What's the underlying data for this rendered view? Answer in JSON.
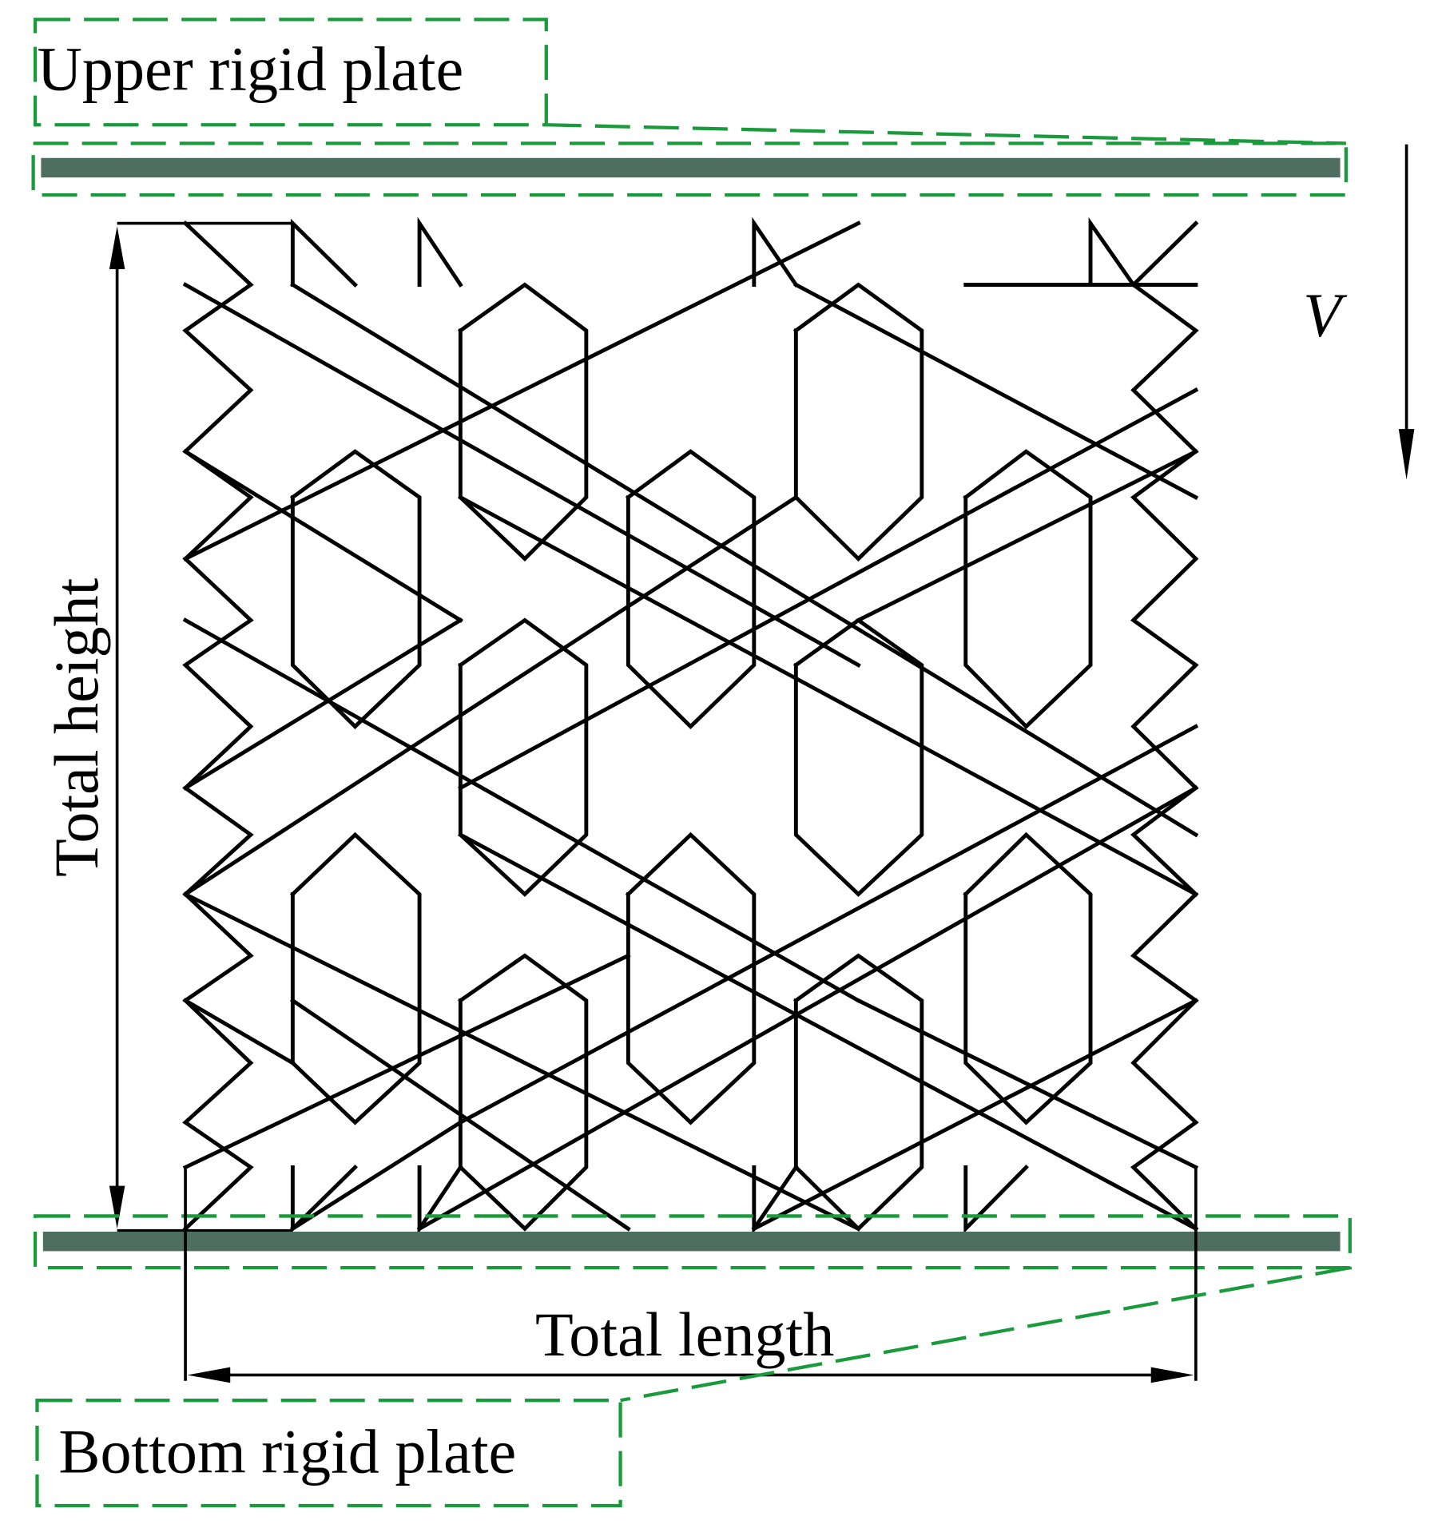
{
  "labels": {
    "upper_plate": "Upper rigid plate",
    "bottom_plate": "Bottom rigid plate",
    "total_height": "Total height",
    "total_length": "Total length",
    "velocity": "V"
  },
  "colors": {
    "callout": "#1a9a3c",
    "plate": "#4e6e60",
    "lattice": "#000000"
  },
  "lattice": {
    "type": "re-entrant honeycomb with diagonal struts",
    "columns": 5,
    "rows": 5
  }
}
